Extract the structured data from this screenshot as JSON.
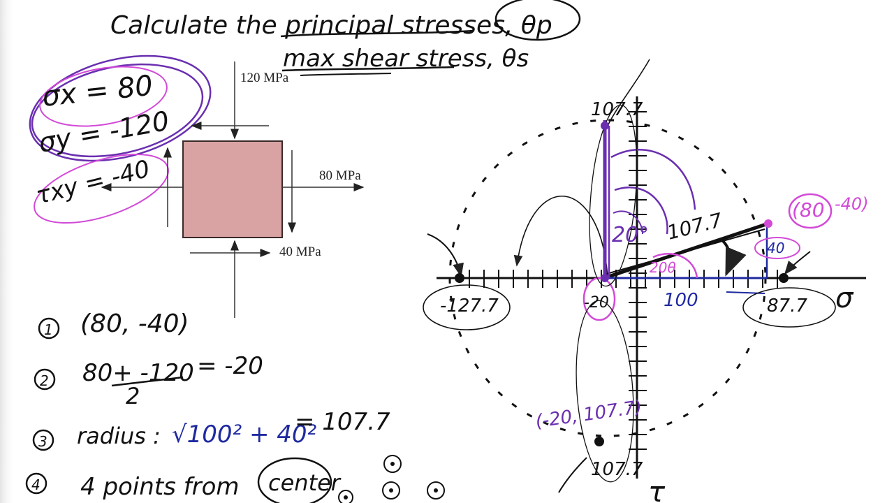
{
  "colors": {
    "ink": "#111111",
    "purple": "#6a2fb0",
    "magenta": "#d24ad8",
    "blue": "#1f2aa0",
    "element_fill": "#d9a3a3",
    "element_stroke": "#3a2a2a"
  },
  "title": {
    "line1": "Calculate the principal stresses, θp",
    "line2": "max shear stress, θs"
  },
  "given": {
    "sx": "σx = 80",
    "sy": "σy = -120",
    "txy": "τxy = -40"
  },
  "element": {
    "top_label": "120 MPa",
    "right_label": "80 MPa",
    "bottom_label": "40 MPa"
  },
  "steps": [
    {
      "num": "1",
      "text": "(80, -40)"
    },
    {
      "num": "2",
      "numerator": "80+ -120",
      "denominator": "2",
      "result": "= -20"
    },
    {
      "num": "3",
      "prefix": "radius :",
      "expr": "√100² + 40²",
      "result": "= 107.7"
    },
    {
      "num": "4",
      "text": "4 points from",
      "circled": "center"
    }
  ],
  "mohr": {
    "sigma_axis": "σ",
    "tau_axis": "τ",
    "top_value": "107.7",
    "bottom_value": "107.7",
    "left_value": "-127.7",
    "right_value": "87.7",
    "center_value": "-20",
    "point_label_prefix": "(80",
    "point_label_suffix": "-40)",
    "radius_label": "107.7",
    "forty_label": "40",
    "hundred_label": "100",
    "angle_label": "20°",
    "angle_label_2": "20θ",
    "shear_point_label": "(-20, 107.7)"
  }
}
